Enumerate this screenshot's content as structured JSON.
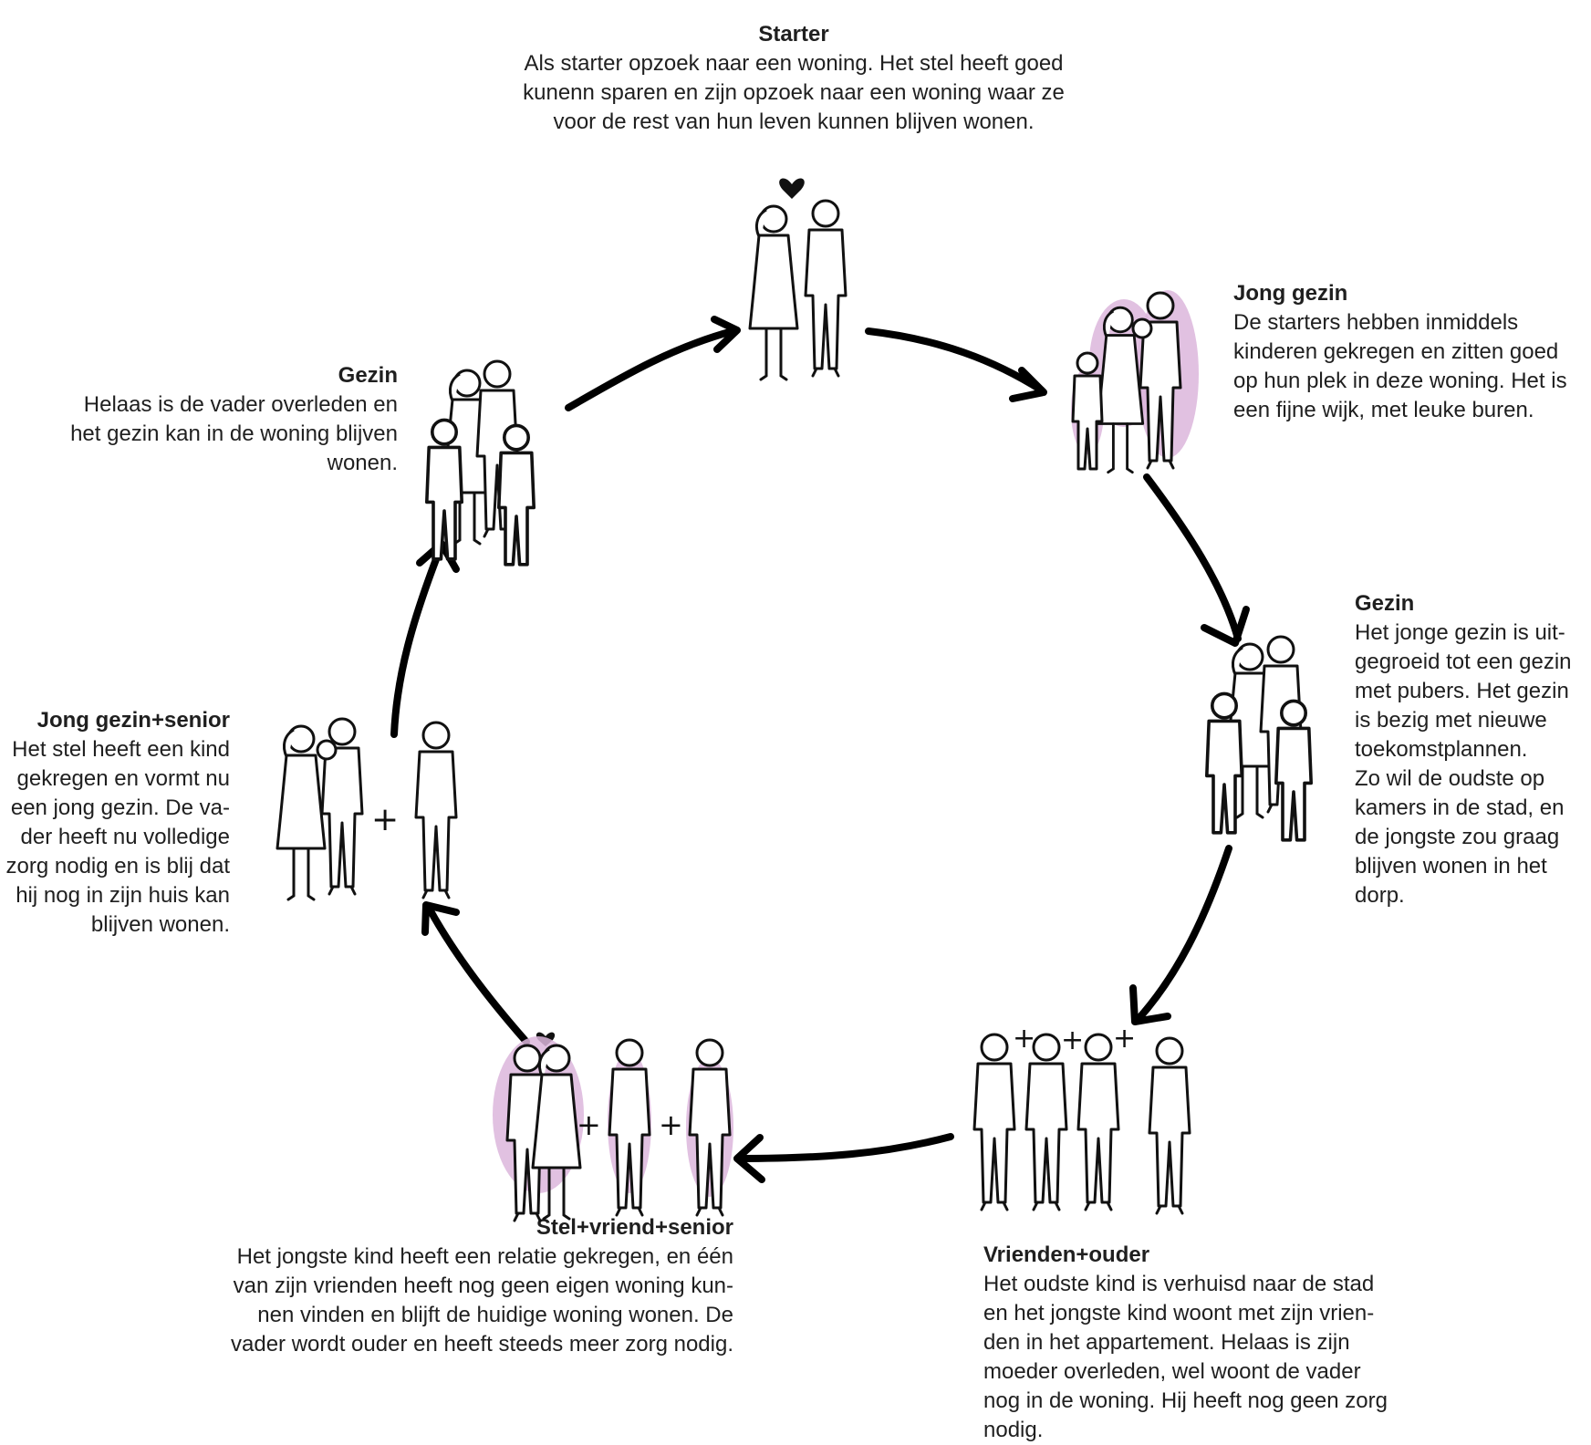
{
  "stages": [
    {
      "id": "starter",
      "title": "Starter",
      "desc": "Als starter opzoek naar een woning. Het stel heeft goed\nkunenn sparen en zijn opzoek naar een woning waar ze\nvoor de rest van hun leven kunnen blijven wonen."
    },
    {
      "id": "jong-gezin",
      "title": "Jong gezin",
      "desc": "De starters hebben inmiddels\nkinderen gekregen en zitten goed\nop hun plek in deze woning. Het is\neen fijne wijk, met leuke buren."
    },
    {
      "id": "gezin-right",
      "title": "Gezin",
      "desc": "Het jonge gezin is uit-\ngegroeid tot een gezin\nmet pubers. Het gezin\nis bezig met nieuwe\ntoekomstplannen.\nZo wil de oudste op\nkamers in de stad, en\nde jongste zou graag\nblijven wonen in het\ndorp."
    },
    {
      "id": "vrienden-ouder",
      "title": "Vrienden+ouder",
      "desc": "Het oudste kind is verhuisd naar de stad\nen het jongste kind woont met zijn vrien-\nden in het appartement. Helaas is zijn\nmoeder overleden, wel woont de vader\nnog in de woning. Hij heeft nog geen zorg\nnodig."
    },
    {
      "id": "stel-vriend-senior",
      "title": "Stel+vriend+senior",
      "desc": "Het jongste kind heeft een relatie gekregen, en één\nvan zijn vrienden heeft nog geen eigen woning kun-\nnen vinden en blijft de huidige woning wonen. De\nvader wordt ouder en heeft steeds meer zorg nodig."
    },
    {
      "id": "jong-gezin-senior",
      "title": "Jong gezin+senior",
      "desc": "Het stel heeft een kind\ngekregen en vormt nu\neen jong gezin. De va-\nder heeft nu volledige\nzorg nodig en is blij dat\nhij nog in zijn huis kan\nblijven wonen."
    },
    {
      "id": "gezin-left",
      "title": "Gezin",
      "desc": "Helaas is de vader overleden en\nhet gezin kan in de woning blijven\nwonen."
    }
  ],
  "colors": {
    "highlight": "#dcb6dc",
    "line": "#000000",
    "text": "#1f1f1f"
  }
}
